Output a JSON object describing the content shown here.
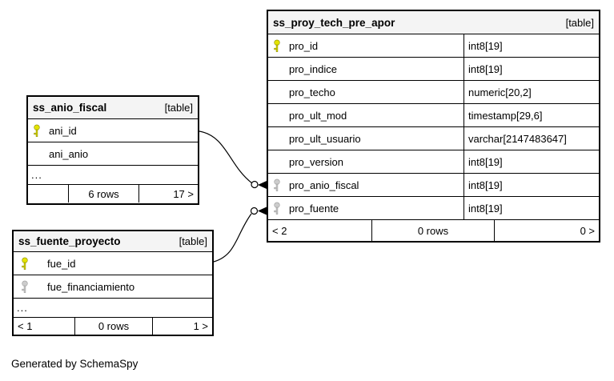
{
  "diagram": {
    "credit": "Generated by SchemaSpy",
    "tables": {
      "proy": {
        "title": "ss_proy_tech_pre_apor",
        "badge": "[table]",
        "columns": [
          {
            "name": "pro_id",
            "type": "int8[19]",
            "key": "primary"
          },
          {
            "name": "pro_indice",
            "type": "int8[19]",
            "key": "none"
          },
          {
            "name": "pro_techo",
            "type": "numeric[20,2]",
            "key": "none"
          },
          {
            "name": "pro_ult_mod",
            "type": "timestamp[29,6]",
            "key": "none"
          },
          {
            "name": "pro_ult_usuario",
            "type": "varchar[2147483647]",
            "key": "none"
          },
          {
            "name": "pro_version",
            "type": "int8[19]",
            "key": "none"
          },
          {
            "name": "pro_anio_fiscal",
            "type": "int8[19]",
            "key": "foreign"
          },
          {
            "name": "pro_fuente",
            "type": "int8[19]",
            "key": "foreign"
          }
        ],
        "footer": {
          "left": "< 2",
          "center": "0 rows",
          "right": "0 >"
        }
      },
      "anio": {
        "title": "ss_anio_fiscal",
        "badge": "[table]",
        "columns": [
          {
            "name": "ani_id",
            "key": "primary"
          },
          {
            "name": "ani_anio",
            "key": "none"
          }
        ],
        "ellipsis": "...",
        "footer": {
          "left": "",
          "center": "6 rows",
          "right": "17 >"
        }
      },
      "fuente": {
        "title": "ss_fuente_proyecto",
        "badge": "[table]",
        "columns": [
          {
            "name": "fue_id",
            "key": "primary"
          },
          {
            "name": "fue_financiamiento",
            "key": "foreign"
          }
        ],
        "ellipsis": "...",
        "footer": {
          "left": "< 1",
          "center": "0 rows",
          "right": "1 >"
        }
      }
    },
    "relationships": [
      {
        "from": "ss_anio_fiscal.ani_id",
        "to": "ss_proy_tech_pre_apor.pro_anio_fiscal"
      },
      {
        "from": "ss_fuente_proyecto.fue_id",
        "to": "ss_proy_tech_pre_apor.pro_fuente"
      }
    ],
    "colors": {
      "background": "#ffffff",
      "border": "#000000",
      "header_bg": "#f4f4f4",
      "primary_key_icon": "#e4e400",
      "foreign_key_icon": "#cccccc"
    }
  }
}
